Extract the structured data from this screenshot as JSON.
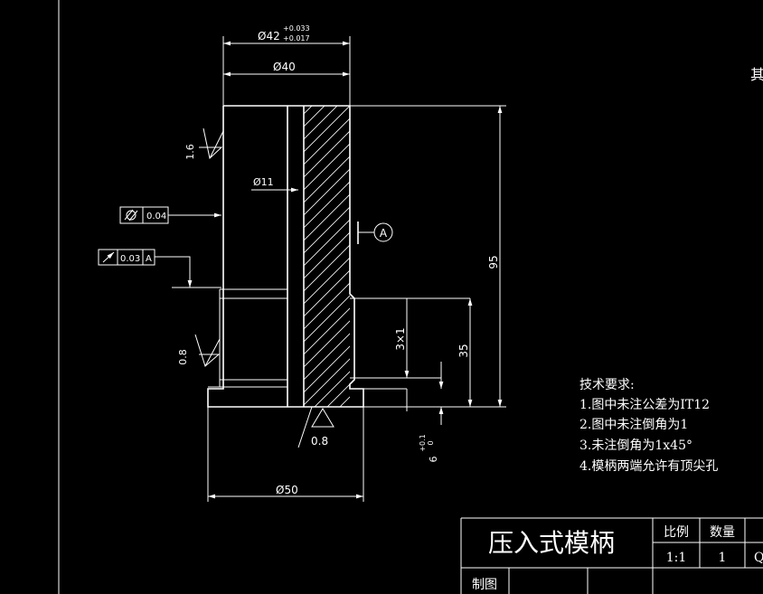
{
  "dimensions": {
    "dia42": "Ø42",
    "dia42_tol_upper": "+0.033",
    "dia42_tol_lower": "+0.017",
    "dia40": "Ø40",
    "dia11": "Ø11",
    "dia50": "Ø50",
    "height95": "95",
    "height35": "35",
    "chamfer": "3×1",
    "step6": "6",
    "step6_tol_upper": "+0.1",
    "step6_tol_lower": "0"
  },
  "surface_finish": {
    "left_upper": "1.6",
    "left_lower": "0.8",
    "bottom": "0.8"
  },
  "tolerances": {
    "cylindricity_value": "0.04",
    "runout_value": "0.03",
    "runout_datum": "A"
  },
  "datum_label": "A",
  "corner_text": "其",
  "tech_requirements": {
    "title": "技术要求:",
    "items": [
      "1.图中未注公差为IT12",
      "2.图中未注倒角为1",
      "3.未注倒角为1x45°",
      "4.模柄两端允许有顶尖孔"
    ]
  },
  "title_block": {
    "part_name": "压入式模柄",
    "scale_label": "比例",
    "scale_value": "1:1",
    "qty_label": "数量",
    "qty_value": "1",
    "material_value": "Q",
    "drawn_by_label": "制图"
  }
}
